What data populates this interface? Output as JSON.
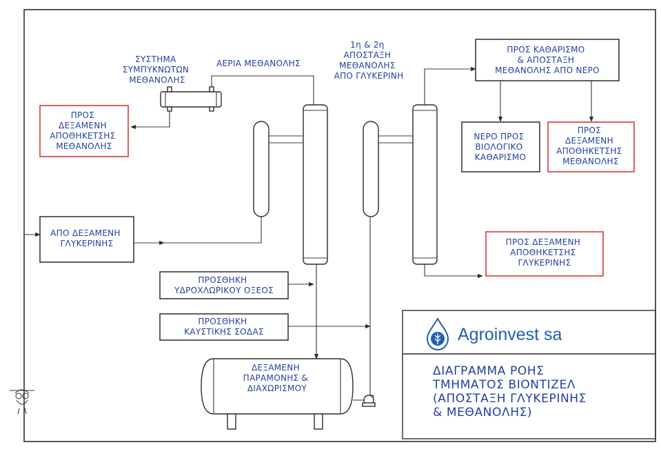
{
  "diagram": {
    "title_lines": [
      "ΔΙΑΓΡΑΜΜΑ ΡΟΗΣ",
      "ΤΜΗΜΑΤΟΣ ΒΙΟΝΤΙΖΕΛ",
      "(ΑΠΟΣΤΑΞΗ ΓΛΥΚΕΡΙΝΗΣ",
      "& ΜΕΘΑΝΟΛΗΣ)"
    ],
    "company": "Agroinvest sa",
    "colors": {
      "text": "#1f3f9c",
      "red_box": "#d43a3a",
      "logo": "#1f5fb0"
    },
    "icons": [
      "drop-logo-icon",
      "pump-icon",
      "owl-stamp-icon"
    ],
    "labels": {
      "condenser": [
        "ΣΥΣΤΗΜΑ",
        "ΣΥΜΠΥΚΝΩΤΩΝ",
        "ΜΕΘΑΝΟΛΗΣ"
      ],
      "methanol_vapors": [
        "ΑΕΡΙΑ ΜΕΘΑΝΟΛΗΣ"
      ],
      "distillation": [
        "1η & 2η",
        "ΑΠΟΣΤΑΞΗ",
        "ΜΕΘΑΝΟΛΗΣ",
        "ΑΠΟ ΓΛΥΚΕΡΙΝΗ"
      ],
      "to_methanol_tank_left": [
        "ΠΡΟΣ",
        "ΔΕΞΑΜΕΝΗ",
        "ΑΠΟΘΗΚΕΤΣΗΣ",
        "ΜΕΘΑΝΟΛΗΣ"
      ],
      "purification": [
        "ΠΡΟΣ ΚΑΘΑΡΙΣΜΟ",
        "& ΑΠΟΣΤΑΞΗ",
        "ΜΕΘΑΝΟΛΗΣ ΑΠΟ ΝΕΡΟ"
      ],
      "water_bio": [
        "ΝΕΡΟ ΠΡΟΣ",
        "ΒΙΟΛΟΓΙΚΟ",
        "ΚΑΘΑΡΙΣΜΟ"
      ],
      "to_methanol_tank_right": [
        "ΠΡΟΣ",
        "ΔΕΞΑΜΕΝΗ",
        "ΑΠΟΘΗΚΕΤΣΗΣ",
        "ΜΕΘΑΝΟΛΗΣ"
      ],
      "from_glycerin_tank": [
        "ΑΠΟ ΔΕΞΑΜΕΝΗ",
        "ΓΛΥΚΕΡΙΝΗΣ"
      ],
      "to_glycerin_tank": [
        "ΠΡΟΣ ΔΕΞΑΜΕΝΗ",
        "ΑΠΟΘΗΚΕΤΣΗΣ",
        "ΓΛΥΚΕΡΙΝΗΣ"
      ],
      "hcl_addition": [
        "ΠΡΟΣΘΗΚΗ",
        "ΥΔΡΟΧΛΩΡΙΚΟΥ ΟΞΕΟΣ"
      ],
      "soda_addition": [
        "ΠΡΟΣΘΗΚΗ",
        "ΚΑΥΣΤΙΚΗΣ ΣΟΔΑΣ"
      ],
      "holding_tank": [
        "ΔΕΞΑΜΕΝΗ",
        "ΠΑΡΑΜΟΝΗΣ &",
        "ΔΙΑΧΩΡΙΣΜΟΥ"
      ]
    }
  }
}
